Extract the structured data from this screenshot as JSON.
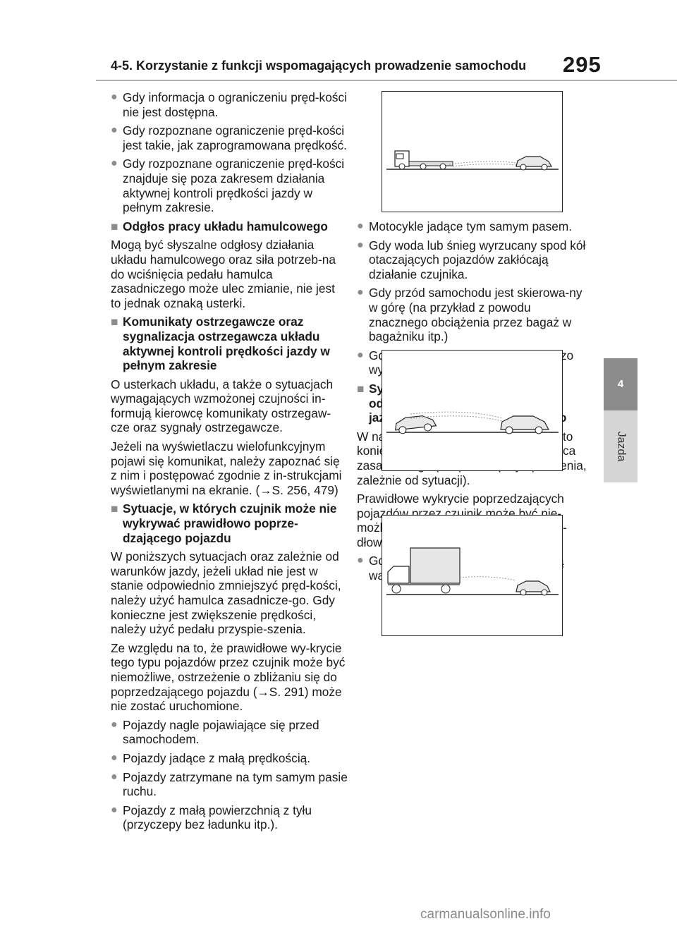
{
  "header": {
    "title": "4-5. Korzystanie z funkcji wspomagających prowadzenie samochodu",
    "page_number": "295"
  },
  "side_tab": {
    "number": "4",
    "label": "Jazda"
  },
  "left_column": [
    {
      "type": "bullet",
      "text": "Gdy informacja o ograniczeniu pręd-kości nie jest dostępna."
    },
    {
      "type": "bullet",
      "text": "Gdy rozpoznane ograniczenie pręd-kości jest takie, jak zaprogramowana prędkość."
    },
    {
      "type": "bullet",
      "text": "Gdy rozpoznane ograniczenie pręd-kości znajduje się poza zakresem działania aktywnej kontroli prędkości jazdy w pełnym zakresie."
    },
    {
      "type": "heading",
      "text": "Odgłos pracy układu hamulcowego"
    },
    {
      "type": "para",
      "text": "Mogą być słyszalne odgłosy działania układu hamulcowego oraz siła potrzeb-na do wciśnięcia pedału hamulca zasadniczego może ulec zmianie, nie jest to jednak oznaką usterki."
    },
    {
      "type": "heading",
      "text": "Komunikaty ostrzegawcze oraz sygnalizacja ostrzegawcza układu aktywnej kontroli prędkości jazdy w pełnym zakresie"
    },
    {
      "type": "para",
      "text": "O usterkach układu, a także o sytuacjach wymagających wzmożonej czujności in-formują kierowcę komunikaty ostrzegaw-cze oraz sygnały ostrzegawcze."
    },
    {
      "type": "para",
      "text": "Jeżeli na wyświetlaczu wielofunkcyjnym pojawi się komunikat, należy zapoznać się z nim i postępować zgodnie z in-strukcjami wyświetlanymi na ekranie. (→S. 256, 479)"
    },
    {
      "type": "heading",
      "text": "Sytuacje, w których czujnik może nie wykrywać prawidłowo poprze-dzającego pojazdu"
    },
    {
      "type": "para",
      "text": "W poniższych sytuacjach oraz zależnie od warunków jazdy, jeżeli układ nie jest w stanie odpowiednio zmniejszyć pręd-kości, należy użyć hamulca zasadnicze-go. Gdy konieczne jest zwiększenie prędkości, należy użyć pedału przyspie-szenia."
    },
    {
      "type": "para",
      "text": "Ze względu na to, że prawidłowe wy-krycie tego typu pojazdów przez czujnik może być niemożliwe, ostrzeżenie o zbliżaniu się do poprzedzającego pojazdu (→S. 291) może nie zostać uruchomione."
    },
    {
      "type": "bullet",
      "text": "Pojazdy nagle pojawiające się przed samochodem."
    },
    {
      "type": "bullet",
      "text": "Pojazdy jadące z małą prędkością."
    },
    {
      "type": "bullet",
      "text": "Pojazdy zatrzymane na tym samym pasie ruchu."
    },
    {
      "type": "bullet",
      "text": "Pojazdy z małą powierzchnią z tyłu (przyczepy bez ładunku itp.)."
    }
  ],
  "right_column": [
    {
      "type": "bullet",
      "text": "Motocykle jadące tym samym pasem."
    },
    {
      "type": "bullet",
      "text": "Gdy woda lub śnieg wyrzucany spod kół otaczających pojazdów zakłócają działanie czujnika."
    },
    {
      "type": "bullet",
      "text": "Gdy przód samochodu jest skierowa-ny w górę (na przykład z powodu znacznego obciążenia przez bagaż w bagażniku itp.)"
    },
    {
      "type": "bullet",
      "text": "Gdy poprzedzający pojazd ma bardzo wysoki prześwit."
    },
    {
      "type": "heading",
      "text": "Sytuacje, w których tryb kontroli odstępu od poprzedzającego po-jazdu może działać nieprawidłowo"
    },
    {
      "type": "para",
      "text": "W następujących sytuacjach, gdy jest to konieczne, należy użyć pedału ha-mulca zasadniczego (lub pedału przy-spieszenia, zależnie od sytuacji)."
    },
    {
      "type": "para",
      "text": "Prawidłowe wykrycie poprzedzających pojazdów przez czujnik może być nie-możliwe i układ może działać nieprawi-dłowo."
    },
    {
      "type": "bullet",
      "text": "Gdy droga skręca lub pasy ruchu są wąskie."
    }
  ],
  "figures": {
    "fig1": "low-trailer-ahead-illustration",
    "fig2": "nose-up-car-illustration",
    "fig3": "high-clearance-truck-illustration"
  },
  "footer": {
    "watermark": "carmanualsonline.info"
  },
  "colors": {
    "accent_gray": "#8c8c8c",
    "tab_strip": "#d6d6d6"
  }
}
